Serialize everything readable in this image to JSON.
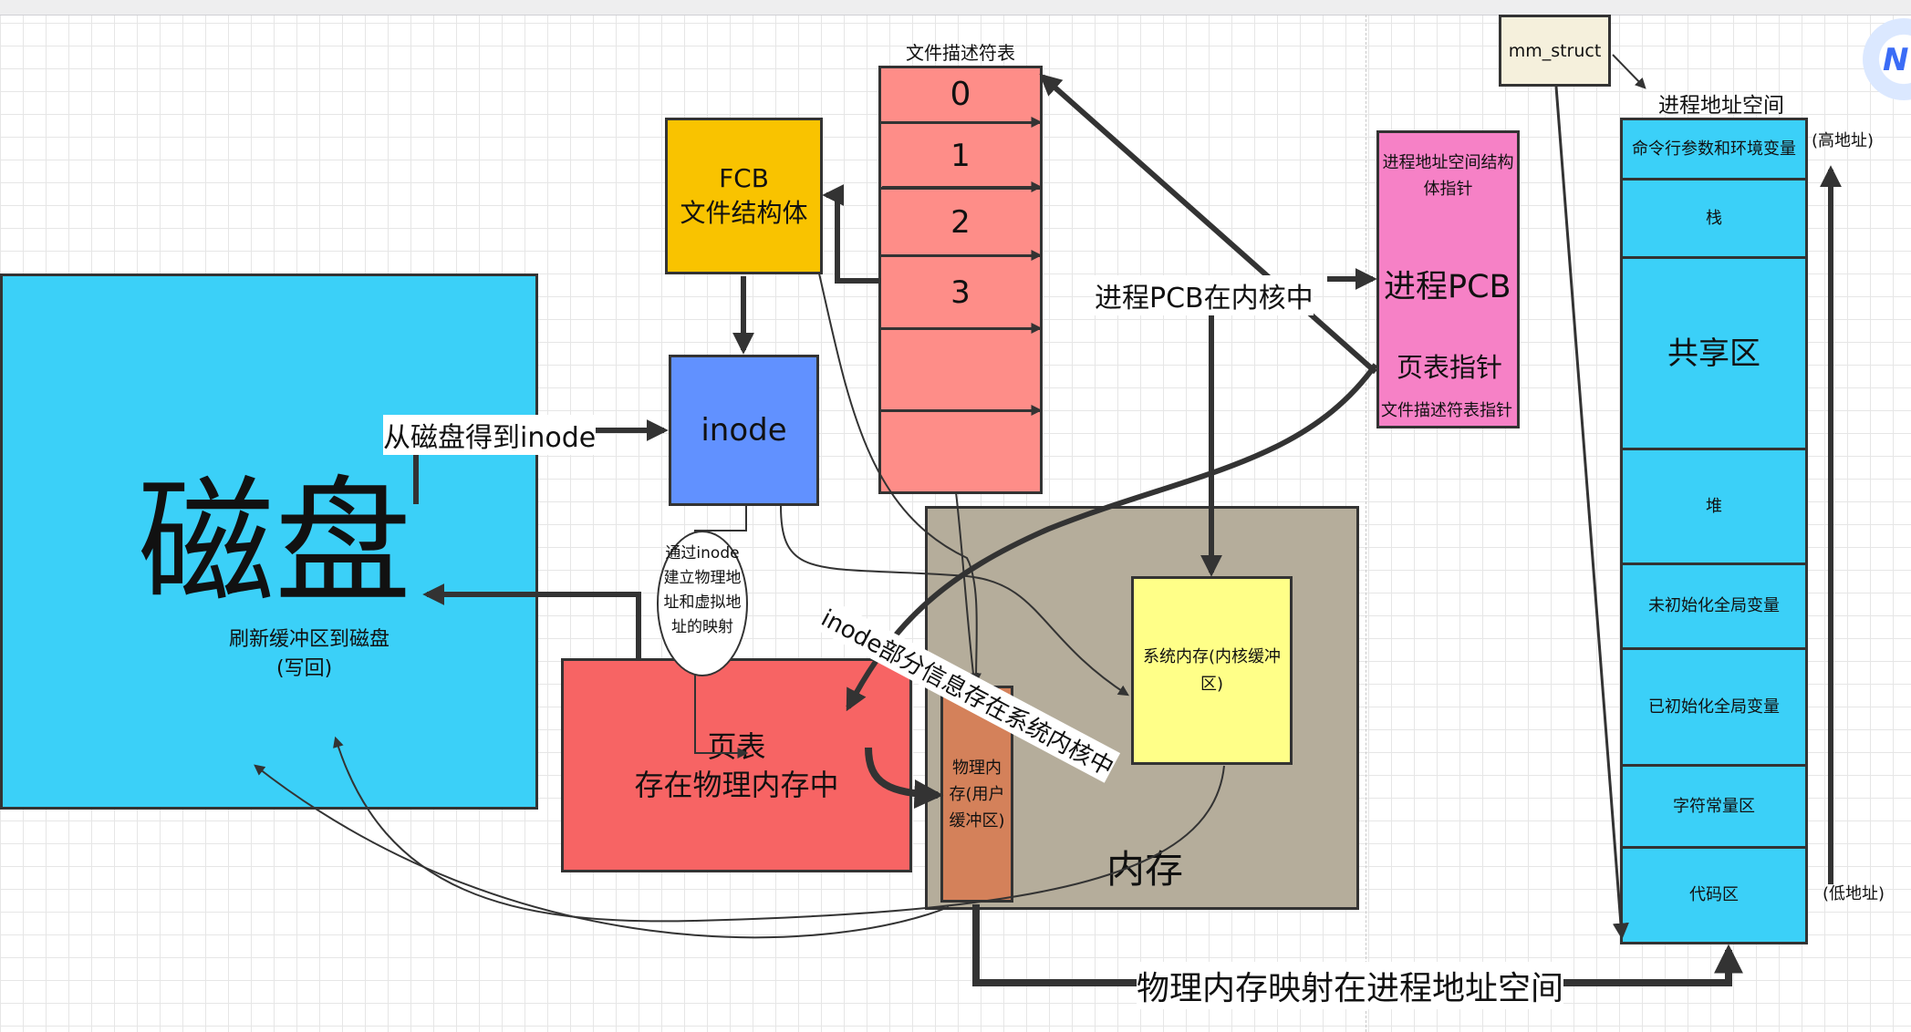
{
  "fd_table": {
    "title": "文件描述符表",
    "entries": [
      "0",
      "1",
      "2",
      "3",
      "",
      ""
    ]
  },
  "fcb": {
    "line1": "FCB",
    "line2": "文件结构体"
  },
  "inode": {
    "label": "inode"
  },
  "disk": {
    "title": "磁盘",
    "line1": "刷新缓冲区到磁盘",
    "line2": "(写回)"
  },
  "page_table": {
    "line1": "页表",
    "line2": "存在物理内存中"
  },
  "phys_buffer": {
    "label": "物理内存(用户缓冲区)"
  },
  "kernel_buffer": {
    "label": "系统内存(内核缓冲区)"
  },
  "memory": {
    "label": "内存"
  },
  "pcb": {
    "top": "进程地址空间结构体指针",
    "title": "进程PCB",
    "page_ptr": "页表指针",
    "fd_ptr": "文件描述符表指针"
  },
  "mm_struct": {
    "label": "mm_struct"
  },
  "address_space": {
    "title": "进程地址空间",
    "segments": [
      "命令行参数和环境变量",
      "栈",
      "共享区",
      "堆",
      "未初始化全局变量",
      "已初始化全局变量",
      "字符常量区",
      "代码区"
    ],
    "high": "(高地址)",
    "low": "(低地址)"
  },
  "annotations": {
    "from_disk": "从磁盘得到inode",
    "inode_map": "通过inode建立物理地址和虚拟地址的映射",
    "inode_kernel": "inode部分信息存在系统内核中",
    "pcb_in_kernel": "进程PCB在内核中",
    "phys_mapped": "物理内存映射在进程地址空间"
  },
  "colors": {
    "disk": "#3bd0f8",
    "fcb": "#f9c300",
    "inode": "#6191ff",
    "fd_table": "#fe8d88",
    "memory": "#b5ad9b",
    "kernel_buffer": "#ffff88",
    "page_table": "#f76464",
    "phys_buffer": "#d4815a",
    "pcb": "#f681c6",
    "mm_struct": "#f5f0dc",
    "address_space": "#3bd0f8"
  }
}
